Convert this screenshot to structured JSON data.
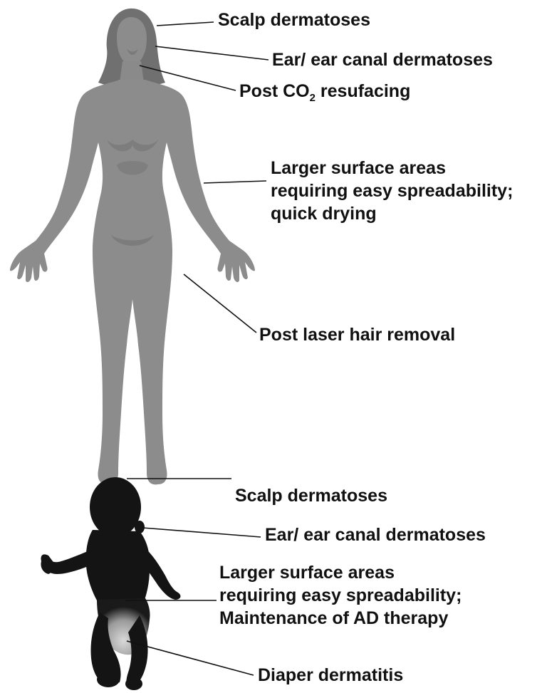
{
  "adult": {
    "labels": {
      "scalp": "Scalp dermatoses",
      "ear": "Ear/ ear canal dermatoses",
      "post_co2_prefix": "Post CO",
      "post_co2_subscript": "2",
      "post_co2_suffix": " resufacing",
      "large_areas": [
        "Larger surface areas",
        "requiring easy spreadability;",
        "quick drying"
      ],
      "laser": "Post laser hair removal"
    }
  },
  "infant": {
    "labels": {
      "scalp": "Scalp dermatoses",
      "ear": "Ear/ ear canal dermatoses",
      "large_areas": [
        "Larger surface areas",
        "requiring easy spreadability;",
        "Maintenance of AD therapy"
      ],
      "diaper": "Diaper dermatitis"
    }
  },
  "colors": {
    "adult_body": "#8c8c8c",
    "adult_shadow": "#7a7a7a",
    "adult_hair": "#6f6f6f",
    "infant_body": "#141414",
    "diaper_light": "#bdbdbd",
    "text": "#111111",
    "leader_line": "#111111"
  }
}
